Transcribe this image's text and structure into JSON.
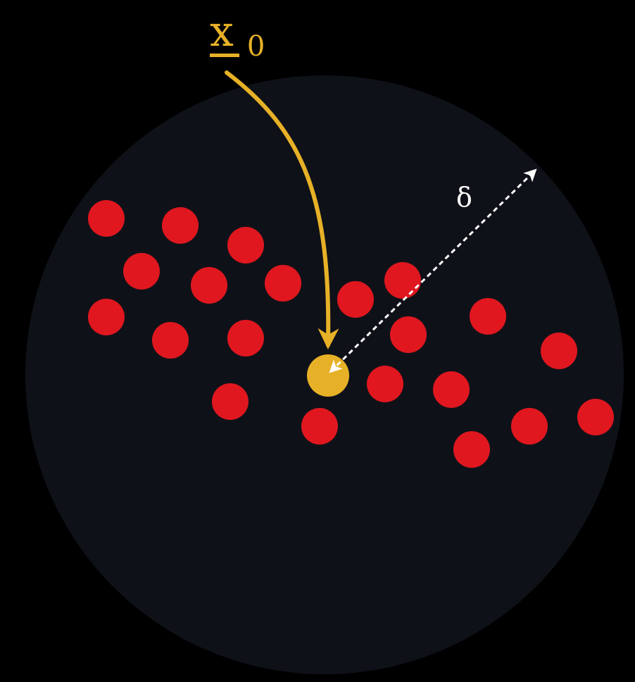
{
  "labels": {
    "point_symbol": "x",
    "point_subscript": "0",
    "radius_symbol": "δ"
  },
  "colors": {
    "background": "#000000",
    "neighborhood_disk": "#0f1118",
    "neighbor_points": "#e0171f",
    "center_point": "#e7b127",
    "pointer_arrow": "#e7b127",
    "radius_arrow": "#ffffff",
    "label_x0": "#e7b127",
    "label_delta": "#ffffff"
  },
  "icons": {
    "pointer": "curved-arrow-icon",
    "radius": "double-headed-dashed-arrow-icon"
  }
}
